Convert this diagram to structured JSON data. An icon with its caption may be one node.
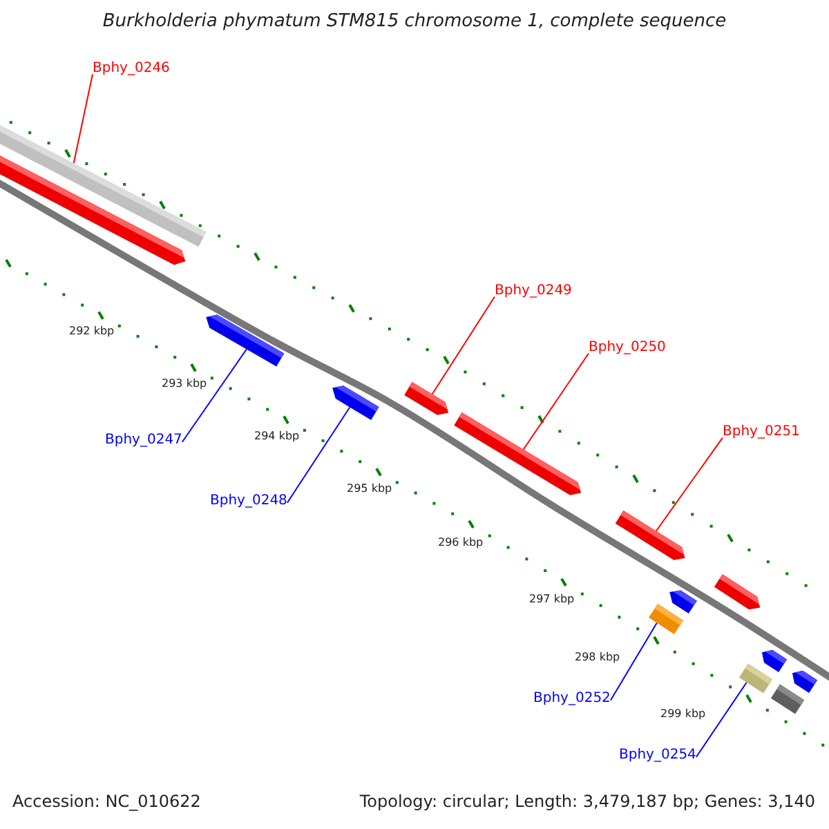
{
  "diagram": {
    "title": "Burkholderia phymatum STM815 chromosome 1, complete sequence",
    "nodes": [
      {
        "text": [
          "Bphy_0246"
        ]
      },
      {
        "text": [],
        "shape": "bar"
      },
      {
        "text": [],
        "shape": "pentagon"
      },
      {
        "text": [],
        "shape": "pentagon"
      },
      {
        "text": [
          "Bphy_0249"
        ]
      },
      {
        "text": [],
        "shape": "pentagon"
      },
      {
        "text": [
          "Bphy_0250"
        ]
      },
      {
        "text": [],
        "shape": "pentagon"
      },
      {
        "text": [],
        "shape": "pentagon"
      },
      {
        "text": [
          "Bphy_0247"
        ]
      },
      {
        "text": [
          "Bphy_0251"
        ]
      },
      {
        "text": [
          "Bphy_0248"
        ]
      },
      {
        "text": [],
        "shape": "pentagon"
      },
      {
        "text": [],
        "shape": "pentagon"
      },
      {
        "text": [],
        "shape": "pentagon"
      },
      {
        "text": [],
        "shape": "box"
      },
      {
        "text": [],
        "shape": "pentagon"
      },
      {
        "text": [],
        "shape": "box"
      },
      {
        "text": [],
        "shape": "pentagon"
      },
      {
        "text": [],
        "shape": "box"
      },
      {
        "text": [
          "Bphy_0252"
        ]
      },
      {
        "text": [
          "Bphy_0254"
        ]
      }
    ],
    "edges": [
      {
        "from": 0,
        "to": 1,
        "arrow": "none"
      },
      {
        "from": 9,
        "to": 3,
        "arrow": "none",
        "color": "#0000ff"
      },
      {
        "from": 11,
        "to": 7,
        "arrow": "none",
        "color": "#0000ff"
      },
      {
        "from": 4,
        "to": 5,
        "arrow": "none"
      },
      {
        "from": 6,
        "to": 8,
        "arrow": "none"
      },
      {
        "from": 10,
        "to": 12,
        "arrow": "none"
      },
      {
        "from": 20,
        "to": 15,
        "arrow": "none",
        "color": "#0000ff"
      },
      {
        "from": 21,
        "to": 17,
        "arrow": "none",
        "color": "#0000ff"
      }
    ],
    "labels": [
      "292 kbp",
      "293 kbp",
      "294 kbp",
      "295 kbp",
      "296 kbp",
      "297 kbp",
      "298 kbp",
      "299 kbp",
      "Accession: NC_010622",
      "Topology: circular; Length: 3,479,187 bp; Genes: 3,140"
    ]
  }
}
